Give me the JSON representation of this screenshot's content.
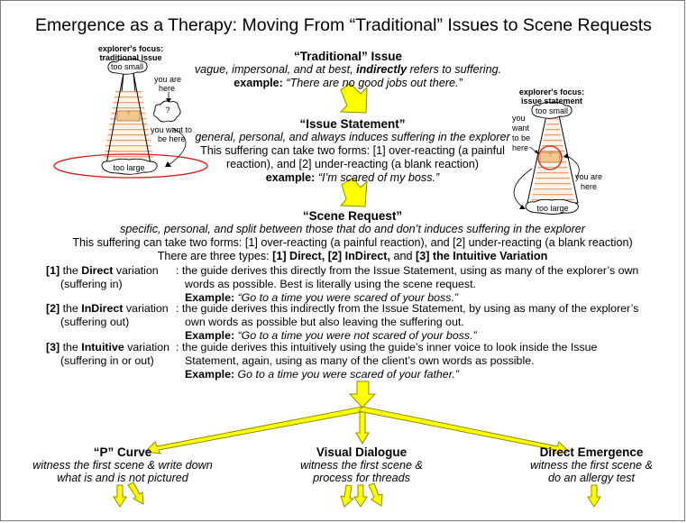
{
  "title": "Emergence as a Therapy: Moving From “Traditional” Issues to Scene Requests",
  "left_tower": {
    "focus_line1": "explorer's focus:",
    "focus_line2": "traditional issue",
    "top_cloud": "too small",
    "bottom_cloud": "too large",
    "you_are": "you are",
    "here": "here",
    "question": "?",
    "want_l1": "you want to",
    "want_l2": "be here",
    "box_mark": "?"
  },
  "right_tower": {
    "focus_line1": "explorer's focus:",
    "focus_line2": "issue statement",
    "top_cloud": "too small",
    "bottom_cloud": "too large",
    "want_l1": "you",
    "want_l2": "want",
    "want_l3": "to be",
    "want_l4": "here",
    "are_l1": "you are",
    "are_l2": "here",
    "box_mark": "?"
  },
  "traditional": {
    "heading": "“Traditional” Issue",
    "desc_pre": "vague, impersonal, and at best, ",
    "desc_bold": "indirectly",
    "desc_post": " refers to suffering.",
    "ex_label": "example:",
    "ex_text": " “There are no good jobs out there.”"
  },
  "issue": {
    "heading": "“Issue Statement”",
    "desc": "general, personal, and always induces suffering in the explorer",
    "forms1": "This suffering can take two forms: [1] over-reacting (a painful",
    "forms2": "reaction), and [2] under-reacting (a blank reaction)",
    "ex_label": "example:",
    "ex_text": " “I’m scared of my boss.”"
  },
  "scene": {
    "heading": "“Scene Request”",
    "desc": "specific, personal, and split between those that do and don’t induces suffering in the explorer",
    "forms": "This suffering can take two forms: [1] over-reacting (a painful reaction), and [2] under-reacting (a blank reaction)",
    "types_pre": "There are three types: ",
    "types_bold1": "[1] Direct, [2] InDirect,",
    "types_mid": " and ",
    "types_bold2": "[3] the Intuitive Variation"
  },
  "variations": [
    {
      "num": "[1]",
      "pre": " the ",
      "name": "Direct",
      "post": " variation",
      "sub": "(suffering in)",
      "line1": ": the guide derives this directly from the Issue Statement, using as many of the explorer’s own",
      "line2": "words as possible. Best is literally using the scene request.",
      "ex_label": "Example:",
      "ex_text": " “Go to a time you were scared of your boss.”"
    },
    {
      "num": "[2]",
      "pre": " the ",
      "name": "InDirect",
      "post": " variation",
      "sub": "(suffering out)",
      "line1": ": the guide derives this indirectly from the Issue Statement, by using as many of the explorer’s",
      "line2": "own words as possible but also leaving the suffering out.",
      "ex_label": "Example:",
      "ex_text": " “Go to a time you were not scared of your boss.”"
    },
    {
      "num": "[3]",
      "pre": " the ",
      "name": "Intuitive",
      "post": " variation",
      "sub": "(suffering in or out)",
      "line1": ": the guide derives this intuitively using the guide’s inner voice to look inside the Issue",
      "line2": "Statement, again, using as many of the client’s own words as possible.",
      "ex_label": "Example:",
      "ex_text": " Go to a time you were scared of your father.”"
    }
  ],
  "outcomes": [
    {
      "heading": "“P” Curve",
      "line1": "witness the first scene & write down",
      "line2": "what is and is not pictured"
    },
    {
      "heading": "Visual Dialogue",
      "line1": "witness the first scene &",
      "line2": "process for threads"
    },
    {
      "heading": "Direct Emergence",
      "line1": "witness the first scene &",
      "line2": "do an allergy test"
    }
  ],
  "colors": {
    "arrow_fill": "#ffff00",
    "arrow_stroke": "#8c8c00",
    "tower_stripes": "#e8a070",
    "highlight_ring": "#d02020"
  }
}
